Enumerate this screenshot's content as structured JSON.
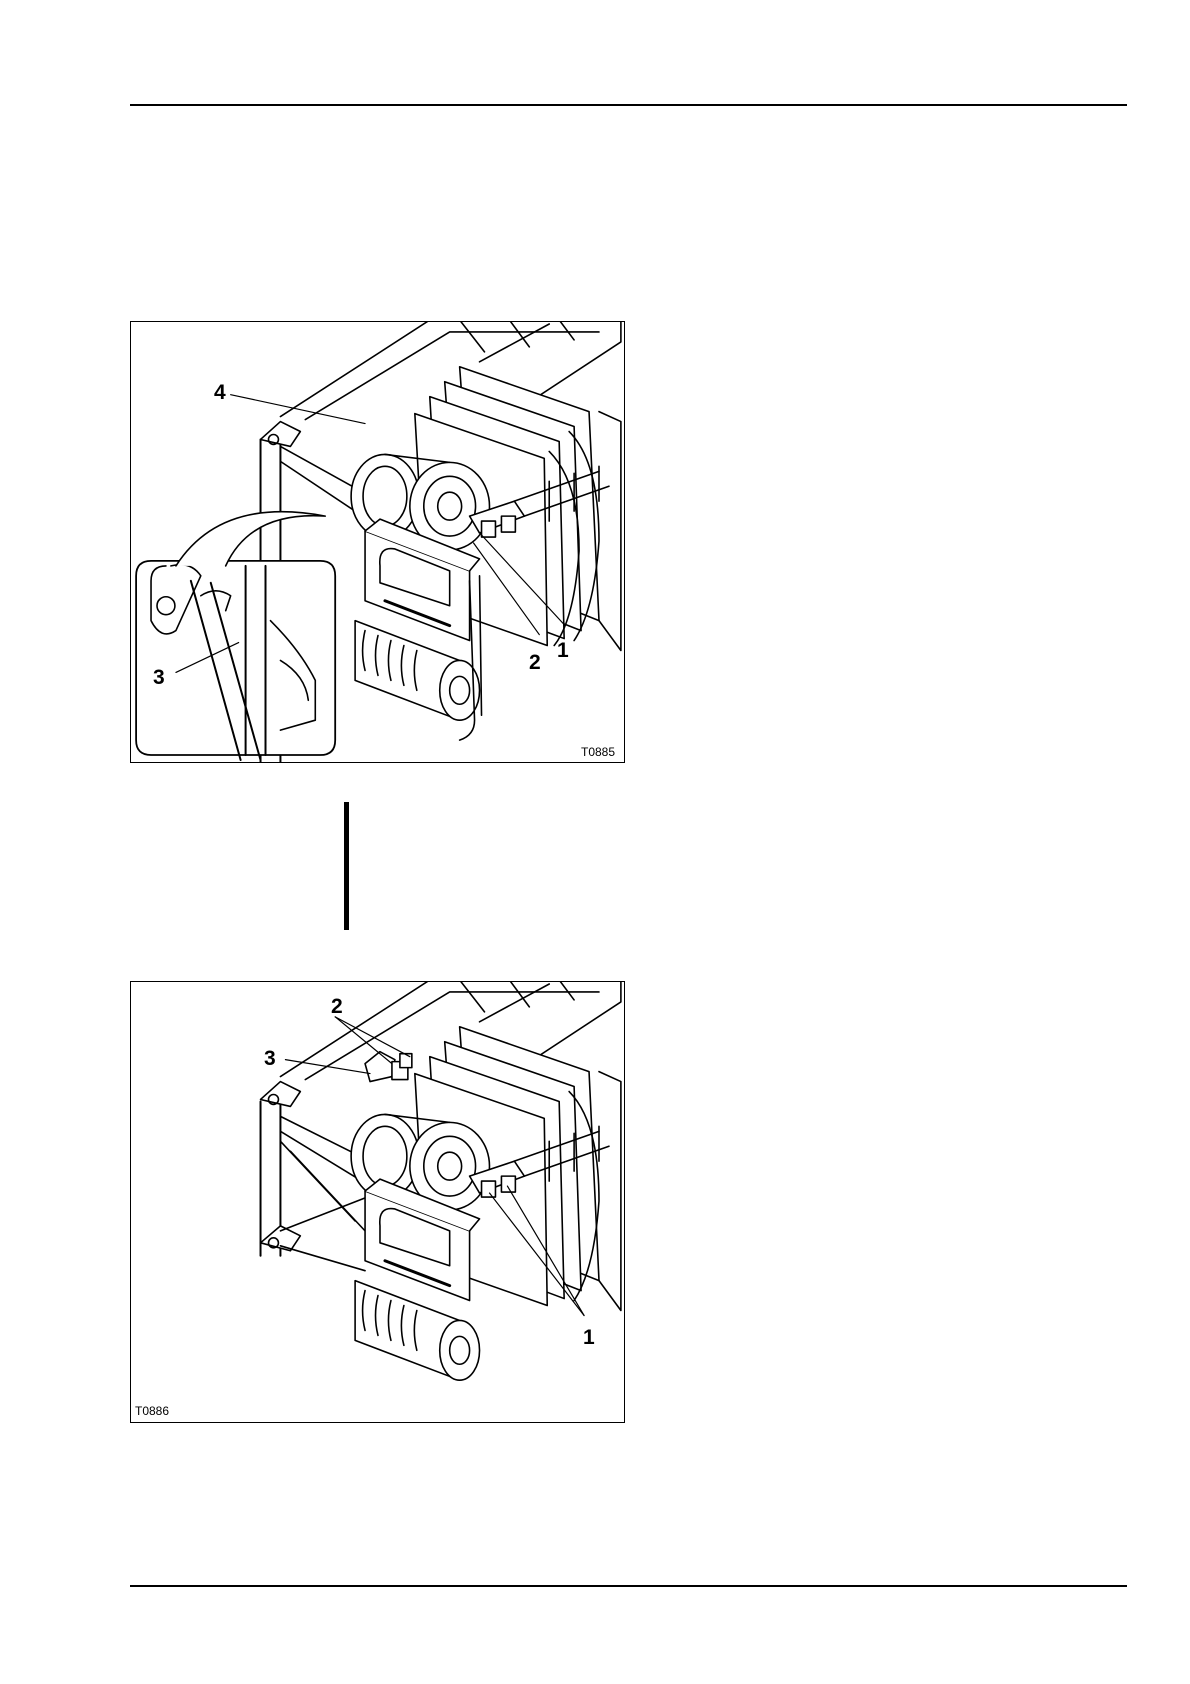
{
  "figures": [
    {
      "code": "T0885",
      "callouts": {
        "c1": "1",
        "c2": "2",
        "c3": "3",
        "c4": "4"
      }
    },
    {
      "code": "T0886",
      "callouts": {
        "c1": "1",
        "c2": "2",
        "c3": "3"
      }
    }
  ]
}
